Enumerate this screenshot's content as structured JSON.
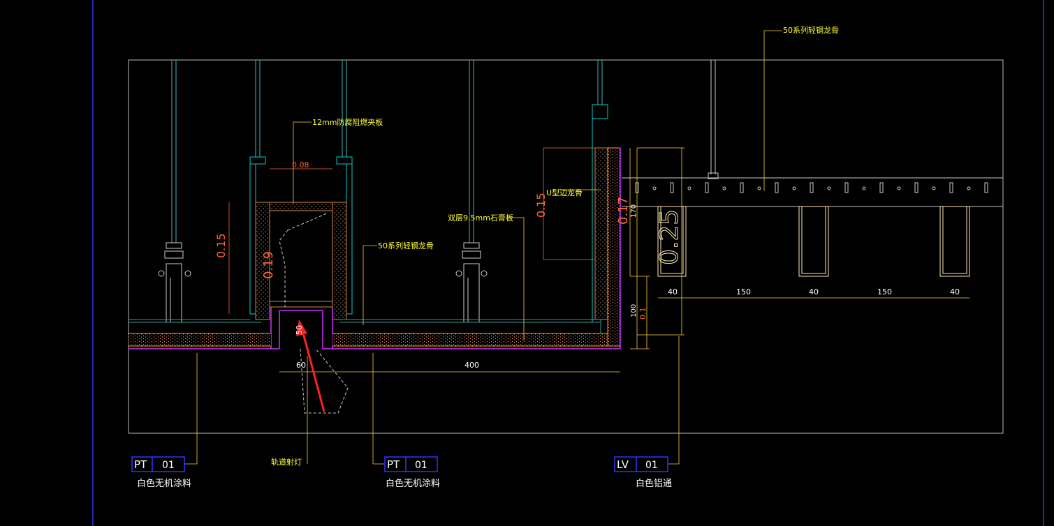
{
  "colors": {
    "background": "#000000",
    "frame_blue": "#3333ff",
    "frame_gray": "#b8b8b8",
    "cyan": "#00cccc",
    "teal": "#339999",
    "magenta": "#cc33ff",
    "orange": "#ff9933",
    "red_dim": "#ff5533",
    "yellow": "#ffff33",
    "cream": "#ffe8b0",
    "arrow_red": "#ff2020"
  },
  "labels": {
    "board_12mm": "12mm防腐阻燃夹板",
    "gypsum_double": "双层9.5mm石膏板",
    "keel_50_left": "50系列轻钢龙骨",
    "keel_50_top": "50系列轻钢龙骨",
    "u_edge_keel": "U型边龙骨",
    "track_light": "轨道射灯"
  },
  "dimensions": {
    "d_008": "0.08",
    "d_015_left": "0.15",
    "d_019": "0.19",
    "d_50": "50",
    "d_60": "60",
    "d_400": "400",
    "d_015_right": "0.15",
    "d_017": "0.17",
    "d_170": "170",
    "d_025": "0.25",
    "d_100": "100",
    "d_01": "0.1",
    "d_40a": "40",
    "d_150a": "150",
    "d_40b": "40",
    "d_150b": "150",
    "d_40c": "40"
  },
  "tags": [
    {
      "code": "PT",
      "num": "01",
      "desc": "白色无机涂料"
    },
    {
      "code": "PT",
      "num": "01",
      "desc": "白色无机涂料"
    },
    {
      "code": "LV",
      "num": "01",
      "desc": "白色铝通"
    }
  ]
}
